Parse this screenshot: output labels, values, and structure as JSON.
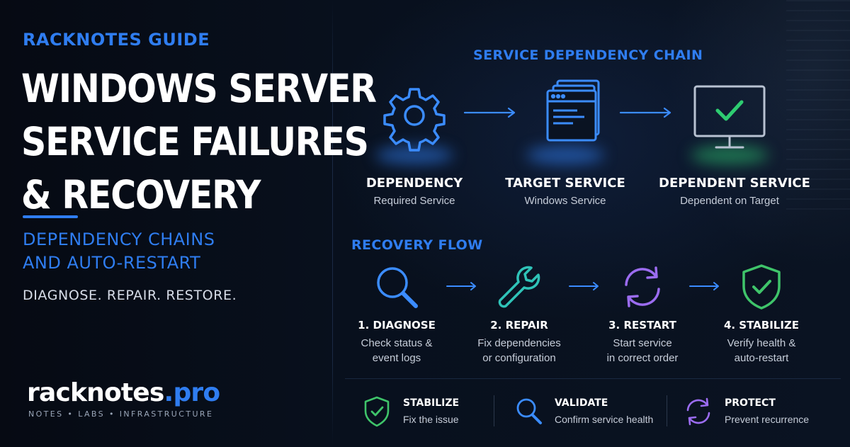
{
  "brand": {
    "guide_label": "RACKNOTES GUIDE",
    "title_lines": [
      "WINDOWS SERVER",
      "SERVICE FAILURES",
      "& RECOVERY"
    ],
    "subtitle_lines": [
      "DEPENDENCY CHAINS",
      "AND AUTO-RESTART"
    ],
    "tagline": "DIAGNOSE. REPAIR. RESTORE.",
    "logo_main": "racknotes",
    "logo_dot": ".",
    "logo_suffix": "pro",
    "logo_tagline": "NOTES • LABS • INFRASTRUCTURE"
  },
  "colors": {
    "accent_blue": "#2f7df0",
    "check_green": "#2ecc71",
    "stabilize_green": "#3fc46a",
    "restart_purple": "#9b6cf0",
    "background": "#070c16"
  },
  "chain": {
    "title": "SERVICE DEPENDENCY CHAIN",
    "nodes": [
      {
        "name": "DEPENDENCY",
        "desc": "Required Service",
        "icon": "gear-icon"
      },
      {
        "name": "TARGET SERVICE",
        "desc": "Windows Service",
        "icon": "windows-stack-icon"
      },
      {
        "name": "DEPENDENT SERVICE",
        "desc": "Dependent on Target",
        "icon": "monitor-check-icon"
      }
    ]
  },
  "flow": {
    "title": "RECOVERY FLOW",
    "steps": [
      {
        "name": "1. DIAGNOSE",
        "desc_lines": [
          "Check status &",
          "event logs"
        ],
        "icon": "magnifier-icon"
      },
      {
        "name": "2. REPAIR",
        "desc_lines": [
          "Fix dependencies",
          "or configuration"
        ],
        "icon": "wrench-icon"
      },
      {
        "name": "3. RESTART",
        "desc_lines": [
          "Start service",
          "in correct order"
        ],
        "icon": "restart-icon"
      },
      {
        "name": "4. STABILIZE",
        "desc_lines": [
          "Verify health &",
          "auto-restart"
        ],
        "icon": "shield-check-icon"
      }
    ]
  },
  "summary": [
    {
      "name": "STABILIZE",
      "desc": "Fix the issue",
      "icon": "shield-check-icon"
    },
    {
      "name": "VALIDATE",
      "desc": "Confirm service health",
      "icon": "magnifier-icon"
    },
    {
      "name": "PROTECT",
      "desc": "Prevent recurrence",
      "icon": "restart-icon"
    }
  ]
}
